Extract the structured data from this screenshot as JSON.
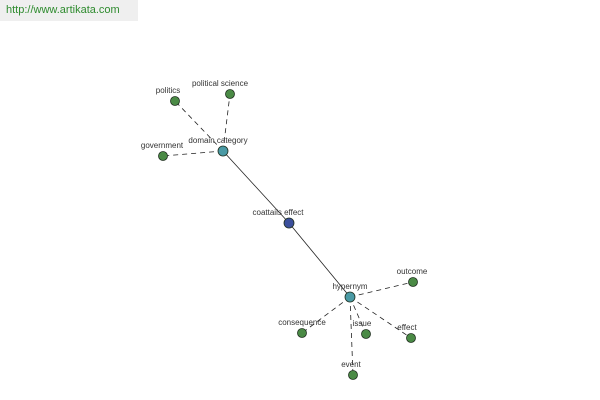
{
  "header": {
    "url": "http://www.artikata.com"
  },
  "colors": {
    "center_node": "#3b4f9c",
    "relation_node": "#4a9aa5",
    "leaf_node": "#4a8a45",
    "node_stroke": "#1f2f1f",
    "edge": "#222222",
    "url_text": "#2e8b2e"
  },
  "graph": {
    "center": {
      "label": "coattails effect"
    },
    "relations": [
      {
        "label": "domain category"
      },
      {
        "label": "hypernym"
      }
    ],
    "leaves": [
      {
        "label": "politics",
        "relation": "domain category"
      },
      {
        "label": "political science",
        "relation": "domain category"
      },
      {
        "label": "government",
        "relation": "domain category"
      },
      {
        "label": "outcome",
        "relation": "hypernym"
      },
      {
        "label": "consequence",
        "relation": "hypernym"
      },
      {
        "label": "issue",
        "relation": "hypernym"
      },
      {
        "label": "effect",
        "relation": "hypernym"
      },
      {
        "label": "event",
        "relation": "hypernym"
      }
    ]
  }
}
